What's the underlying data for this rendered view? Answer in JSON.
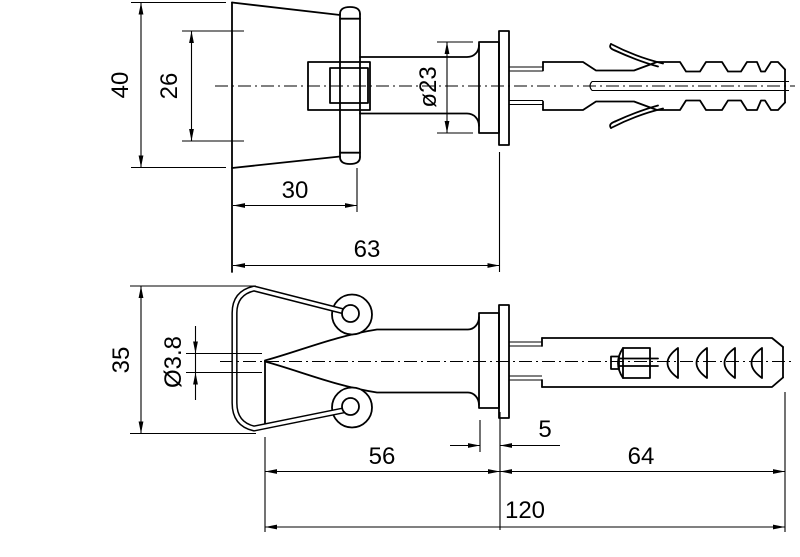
{
  "drawing": {
    "type": "technical-drawing",
    "subject": "wall hook with expansion plug",
    "colors": {
      "line": "#000000",
      "background": "#ffffff"
    },
    "views": {
      "top": {
        "dimensions": {
          "cup_outer_height": "40",
          "cup_inner_height": "26",
          "flange_diameter": "ø23",
          "cup_depth": "30",
          "hook_length": "63"
        }
      },
      "front": {
        "dimensions": {
          "hook_height": "35",
          "wire_diameter": "Ø3.8",
          "washer_thickness": "5",
          "hook_protrusion": "56",
          "plug_length": "64",
          "overall_length": "120"
        }
      }
    }
  }
}
